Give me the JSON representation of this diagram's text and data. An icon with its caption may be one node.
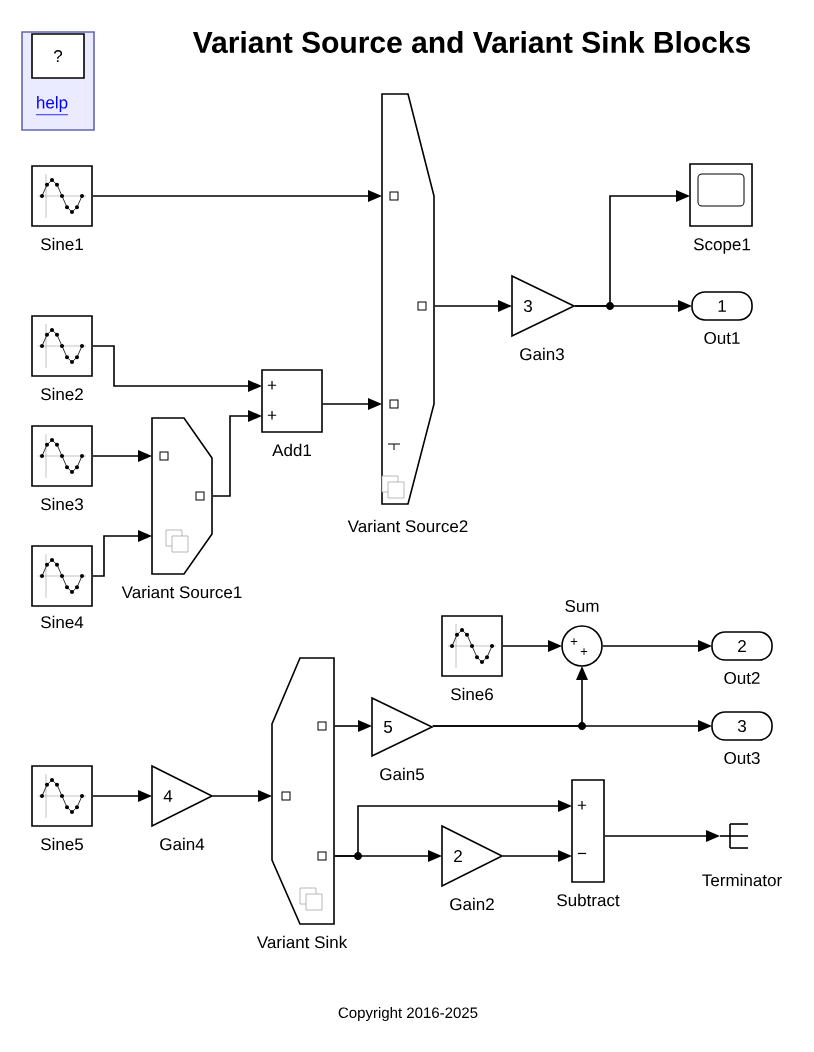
{
  "diagram": {
    "title": "Variant Source and Variant Sink Blocks",
    "caption": "Copyright 2016-2025",
    "nodes": [
      {
        "text": [
          "?",
          "help"
        ]
      },
      {
        "text": [],
        "shape": "box",
        "beside": [
          "Sine1"
        ]
      },
      {
        "text": [],
        "shape": "box",
        "beside": [
          "Sine2"
        ]
      },
      {
        "text": [],
        "shape": "box",
        "beside": [
          "Sine3"
        ]
      },
      {
        "text": [],
        "shape": "box",
        "beside": [
          "Sine4"
        ]
      },
      {
        "text": [],
        "shape": "polygon",
        "beside": [
          "Variant Source1"
        ]
      },
      {
        "text": [
          "+",
          "+"
        ],
        "beside": [
          "Add1"
        ]
      },
      {
        "text": [],
        "shape": "polygon",
        "beside": [
          "Variant Source2"
        ]
      },
      {
        "text": [
          "3"
        ],
        "beside": [
          "Gain3"
        ]
      },
      {
        "text": [],
        "shape": "box",
        "beside": [
          "Scope1"
        ]
      },
      {
        "text": [
          "1"
        ],
        "beside": [
          "Out1"
        ]
      },
      {
        "text": [],
        "shape": "box",
        "beside": [
          "Sine6"
        ]
      },
      {
        "text": [
          "+",
          "+"
        ],
        "beside": [
          "Sum"
        ]
      },
      {
        "text": [
          "2"
        ],
        "beside": [
          "Out2"
        ]
      },
      {
        "text": [],
        "shape": "box",
        "beside": [
          "Sine5"
        ]
      },
      {
        "text": [
          "4"
        ],
        "beside": [
          "Gain4"
        ]
      },
      {
        "text": [],
        "shape": "polygon",
        "beside": [
          "Variant Sink"
        ]
      },
      {
        "text": [
          "5"
        ],
        "beside": [
          "Gain5"
        ]
      },
      {
        "text": [
          "3"
        ],
        "beside": [
          "Out3"
        ]
      },
      {
        "text": [
          "2"
        ],
        "beside": [
          "Gain2"
        ]
      },
      {
        "text": [
          "+",
          "−"
        ],
        "beside": [
          "Subtract"
        ]
      },
      {
        "text": [
          "Terminator"
        ]
      }
    ],
    "edges": [
      {
        "from": 1,
        "to": 7,
        "arrow": "to"
      },
      {
        "from": 2,
        "to": 6,
        "arrow": "to"
      },
      {
        "from": 3,
        "to": 5,
        "arrow": "to"
      },
      {
        "from": 4,
        "to": 5,
        "arrow": "to"
      },
      {
        "from": 5,
        "to": 6,
        "arrow": "to"
      },
      {
        "from": 6,
        "to": 7,
        "arrow": "to"
      },
      {
        "from": 7,
        "to": 8,
        "arrow": "to"
      },
      {
        "from": 8,
        "to": 9,
        "arrow": "to"
      },
      {
        "from": 8,
        "to": 10,
        "arrow": "to"
      },
      {
        "from": 11,
        "to": 12,
        "arrow": "to"
      },
      {
        "from": 12,
        "to": 13,
        "arrow": "to"
      },
      {
        "from": 17,
        "to": 12,
        "arrow": "to"
      },
      {
        "from": 17,
        "to": 18,
        "arrow": "to"
      },
      {
        "from": 14,
        "to": 15,
        "arrow": "to"
      },
      {
        "from": 15,
        "to": 16,
        "arrow": "to"
      },
      {
        "from": 16,
        "to": 17,
        "arrow": "to"
      },
      {
        "from": 16,
        "to": 20,
        "arrow": "to"
      },
      {
        "from": 16,
        "to": 19,
        "arrow": "to"
      },
      {
        "from": 19,
        "to": 20,
        "arrow": "to"
      },
      {
        "from": 20,
        "to": 21,
        "arrow": "to"
      }
    ]
  }
}
